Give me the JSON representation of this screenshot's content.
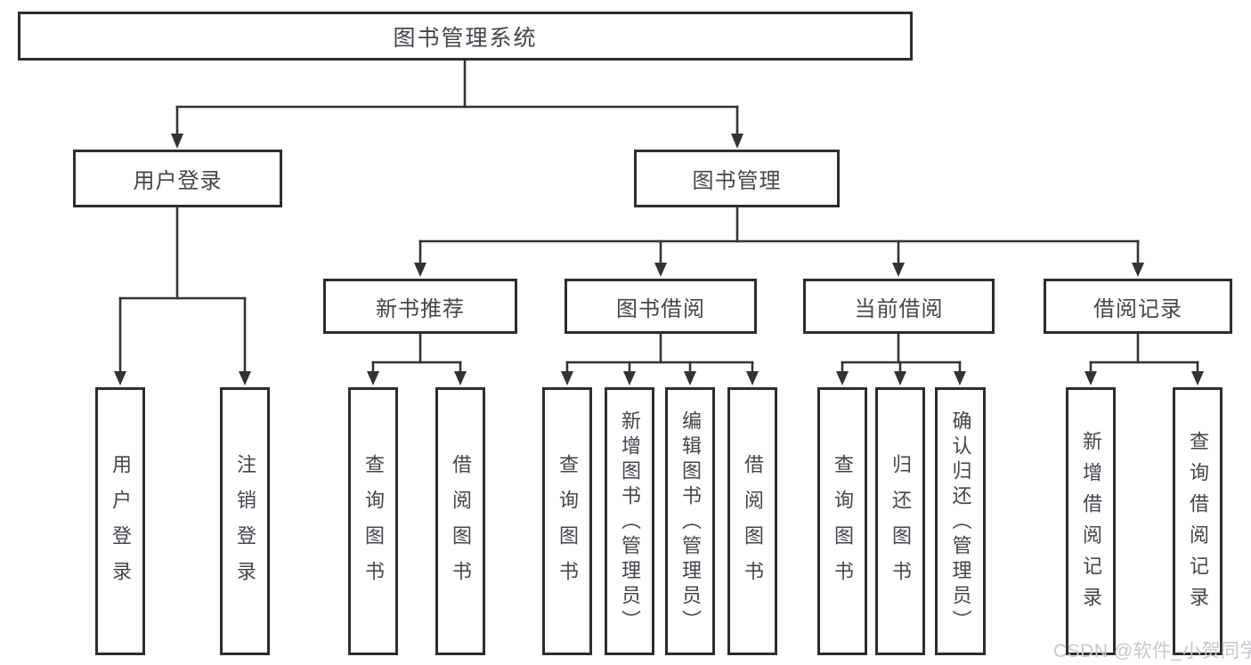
{
  "tree": {
    "root": {
      "label": "图书管理系统"
    },
    "user_login": {
      "label": "用户登录",
      "children": [
        {
          "label": "用户登录"
        },
        {
          "label": "注销登录"
        }
      ]
    },
    "book_management": {
      "label": "图书管理",
      "children": [
        {
          "label": "新书推荐",
          "children": [
            {
              "label": "查询图书"
            },
            {
              "label": "借阅图书"
            }
          ]
        },
        {
          "label": "图书借阅",
          "children": [
            {
              "label": "查询图书"
            },
            {
              "label": "新增图书（管理员）"
            },
            {
              "label": "编辑图书（管理员）"
            },
            {
              "label": "借阅图书"
            }
          ]
        },
        {
          "label": "当前借阅",
          "children": [
            {
              "label": "查询图书"
            },
            {
              "label": "归还图书"
            },
            {
              "label": "确认归还（管理员）"
            }
          ]
        },
        {
          "label": "借阅记录",
          "children": [
            {
              "label": "新增借阅记录"
            },
            {
              "label": "查询借阅记录"
            }
          ]
        }
      ]
    }
  },
  "watermark": "CSDN @软件_小贺同学",
  "colors": {
    "line": "#333333",
    "box_border": "#2d2d2d",
    "text": "#43464d",
    "watermark": "#c5c8cd",
    "background": "#ffffff"
  }
}
